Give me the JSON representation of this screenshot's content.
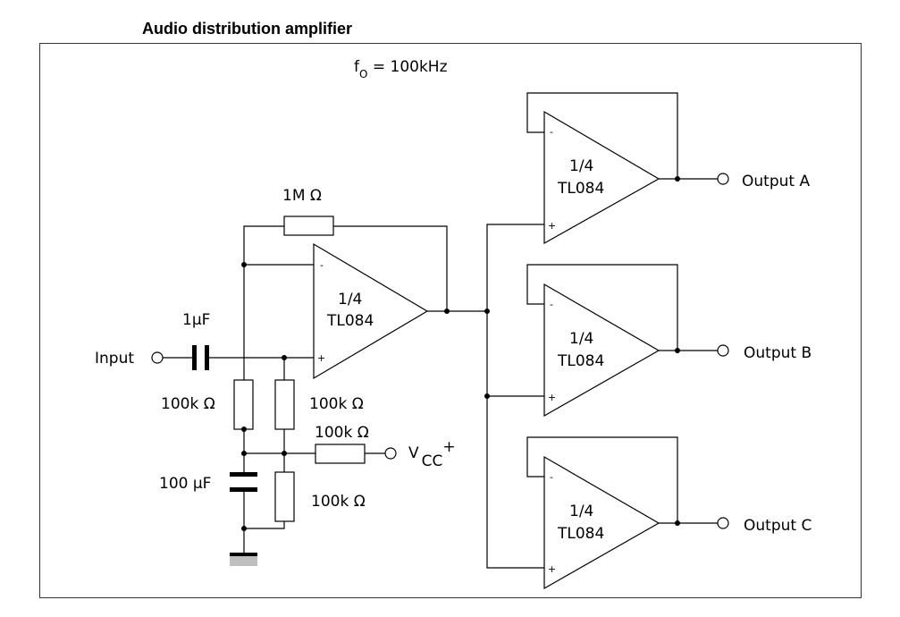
{
  "title": "Audio distribution amplifier",
  "frequency": {
    "f": "f",
    "sub": "O",
    "rest": " = 100kHz"
  },
  "labels": {
    "feedback_resistor": "1M  Ω",
    "input_cap": "1μF",
    "input": "Input",
    "res_left": "100k  Ω",
    "res_mid": "100k  Ω",
    "res_vcc": "100k  Ω",
    "res_bottom": "100k  Ω",
    "cap_bottom": "100 μF",
    "vcc_v": "V",
    "vcc_sub": "CC",
    "vcc_sup": "+"
  },
  "opamps": [
    {
      "fraction": "1/4",
      "part": "TL084",
      "minus": "-",
      "plus": "+"
    },
    {
      "fraction": "1/4",
      "part": "TL084",
      "minus": "-",
      "plus": "+"
    },
    {
      "fraction": "1/4",
      "part": "TL084",
      "minus": "-",
      "plus": "+"
    },
    {
      "fraction": "1/4",
      "part": "TL084",
      "minus": "-",
      "plus": "+"
    }
  ],
  "outputs": [
    "Output A",
    "Output B",
    "Output C"
  ]
}
